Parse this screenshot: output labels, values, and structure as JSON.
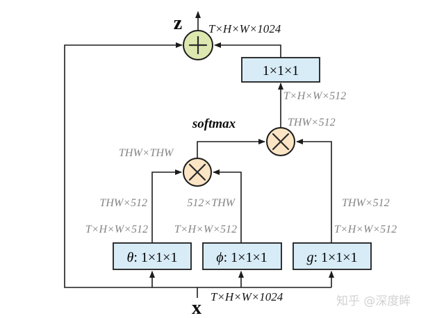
{
  "diagram": {
    "output": {
      "symbol": "z",
      "dim": "T×H×W×1024"
    },
    "input": {
      "symbol": "x",
      "dim": "T×H×W×1024"
    },
    "final_conv": {
      "label": "1×1×1",
      "input_dim_spatial": "T×H×W×512",
      "input_dim_flat": "THW×512"
    },
    "softmax_label": "softmax",
    "affinity_dim": "THW×THW",
    "branches": {
      "theta": {
        "symbol": "θ",
        "suffix": ": 1×1×1",
        "flat_dim": "THW×512",
        "out_dim": "T×H×W×512"
      },
      "phi": {
        "symbol": "ϕ",
        "suffix": ": 1×1×1",
        "flat_dim": "512×THW",
        "out_dim": "T×H×W×512"
      },
      "g": {
        "symbol": "g",
        "suffix": ": 1×1×1",
        "flat_dim": "THW×512",
        "out_dim": "T×H×W×512"
      }
    },
    "operators": {
      "add": "+",
      "multiply": "×"
    }
  },
  "watermark": "知乎 @深度眸",
  "colors": {
    "box_fill": "#d8ecf7",
    "add_fill": "#dde8b0",
    "multiply_fill": "#fbe5c5",
    "wire": "#1c1c1c",
    "dim_label": "#848484",
    "black_label": "#161616",
    "watermark": "#d2d2d2"
  }
}
